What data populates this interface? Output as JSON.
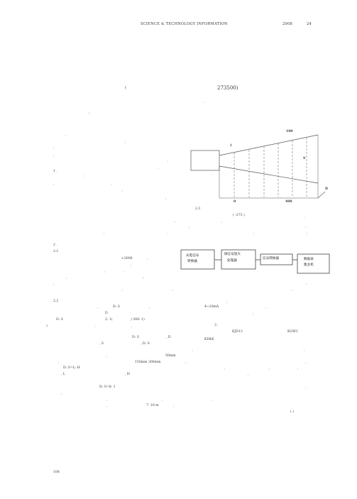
{
  "header": {
    "journal": "SCIENCE & TECHNOLOGY INFORMATION",
    "year": "2008",
    "issue": "24"
  },
  "affiliation": {
    "paren_open": "(",
    "postal": "273500)"
  },
  "section_marks": {
    "s1": "1",
    "s2": "2",
    "s2_1": "2.1",
    "s2_2": "2.2",
    "s2_3": "2.3"
  },
  "figure1": {
    "label_100": "100",
    "label_4": "4",
    "label_s": "S",
    "label_d": "D",
    "label_0": "0",
    "label_400": "400",
    "temp_range": "( -273   )"
  },
  "figure2": {
    "boxes": [
      {
        "line1": "光电信号",
        "line2": "转换器"
      },
      {
        "line1": "微信号放大",
        "line2": "处理器"
      },
      {
        "line1": "信号转换器",
        "line2": ""
      },
      {
        "line1": "数据采",
        "line2": "集主机"
      }
    ]
  },
  "body_fragments": {
    "plus3000": "+3000",
    "ds1": "D: S",
    "current": "4~20mA",
    "d_mark": "D",
    "ds2": "D: S",
    "ratio_21": "2: 1(",
    "ratio_300": ")      300: 1)",
    "paren_close": ")",
    "three": "3",
    "kjd": "KJD13",
    "kgw": "KGW2",
    "ds3": "D: S",
    "d_comma": ", D",
    "kdk": "KDK6",
    "s_comma": ", S",
    "ds4": ", D: S",
    "mm50": "50mm",
    "mm150": "150mm    300mm",
    "formula": "D: S=L: H",
    "l_mark": ", L",
    "h_mark": ", H",
    "ds5": "D: S=8: 1",
    "m_range": "7- 18   m",
    "cont": "(        )"
  },
  "page_number": "108"
}
